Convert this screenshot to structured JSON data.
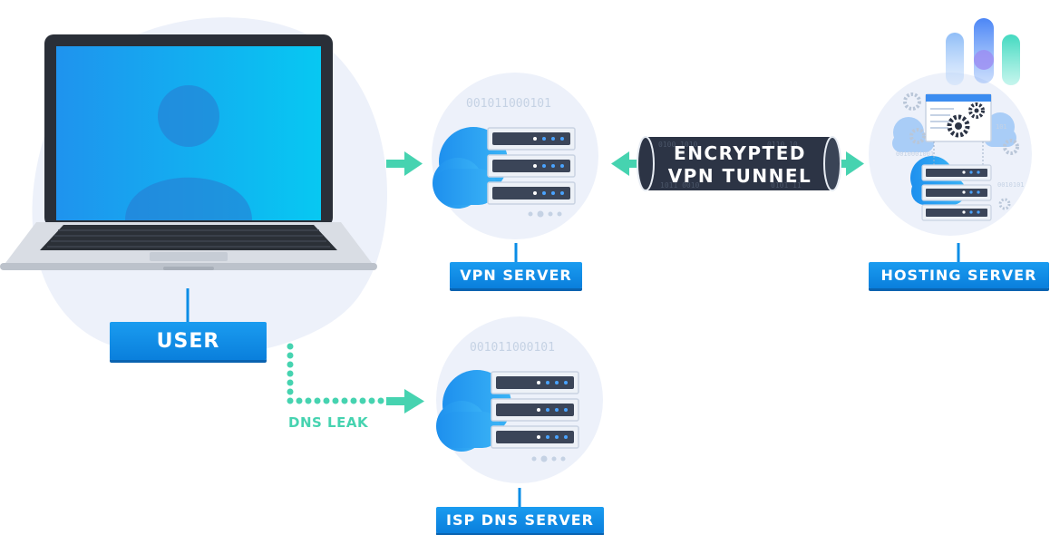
{
  "nodes": {
    "user": {
      "label": "USER"
    },
    "vpn_server": {
      "label": "VPN SERVER",
      "binary": "001011000101"
    },
    "hosting_server": {
      "label": "HOSTING SERVER"
    },
    "isp_dns_server": {
      "label": "ISP DNS SERVER",
      "binary": "001011000101"
    }
  },
  "tunnel": {
    "line1": "ENCRYPTED",
    "line2": "VPN TUNNEL"
  },
  "leak": {
    "label": "DNS LEAK"
  },
  "colors": {
    "label_blue": "#0a8de6",
    "arrow_teal": "#46d3b0",
    "tunnel_dark": "#2c3445",
    "bubble": "#edf1fa"
  },
  "icons": [
    "laptop-icon",
    "user-avatar-icon",
    "cloud-icon",
    "server-rack-icon",
    "gear-icon",
    "logo-bars-icon"
  ]
}
